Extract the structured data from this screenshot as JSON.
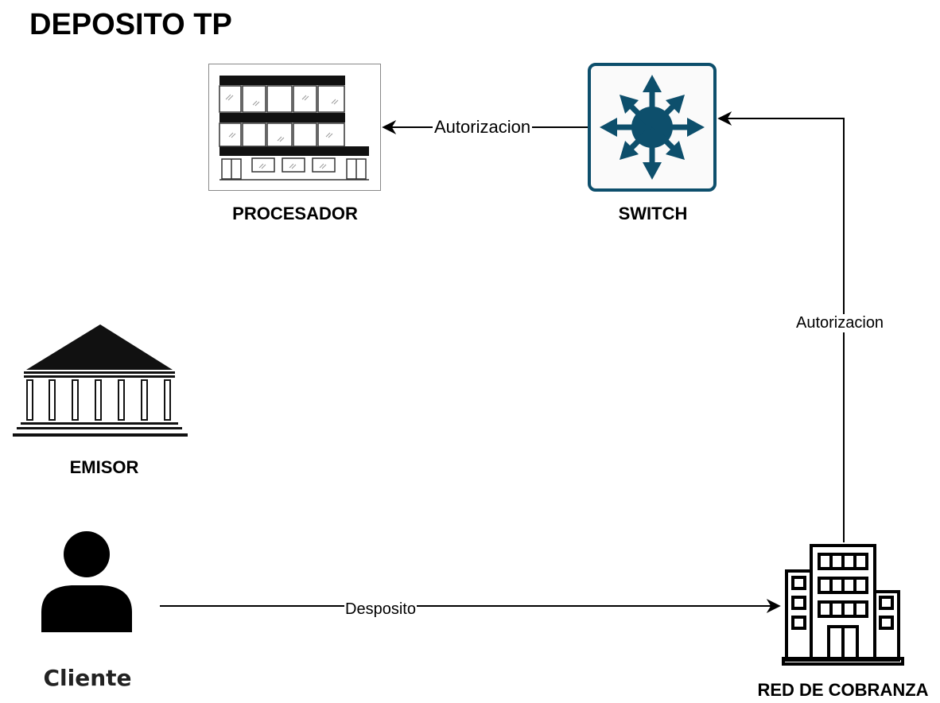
{
  "title": "DEPOSITO TP",
  "nodes": {
    "procesador": {
      "label": "PROCESADOR",
      "icon": "office-building-icon"
    },
    "switch": {
      "label": "SWITCH",
      "icon": "network-switch-icon",
      "color": "#0d4f6c"
    },
    "emisor": {
      "label": "EMISOR",
      "icon": "bank-icon"
    },
    "cliente": {
      "label": "Cliente",
      "icon": "person-icon"
    },
    "red_cobranza": {
      "label": "RED DE COBRANZA",
      "icon": "company-building-icon"
    }
  },
  "edges": [
    {
      "from": "cliente",
      "to": "red_cobranza",
      "label": "Desposito"
    },
    {
      "from": "red_cobranza",
      "to": "switch",
      "label": "Autorizacion"
    },
    {
      "from": "switch",
      "to": "procesador",
      "label": "Autorizacion"
    }
  ]
}
